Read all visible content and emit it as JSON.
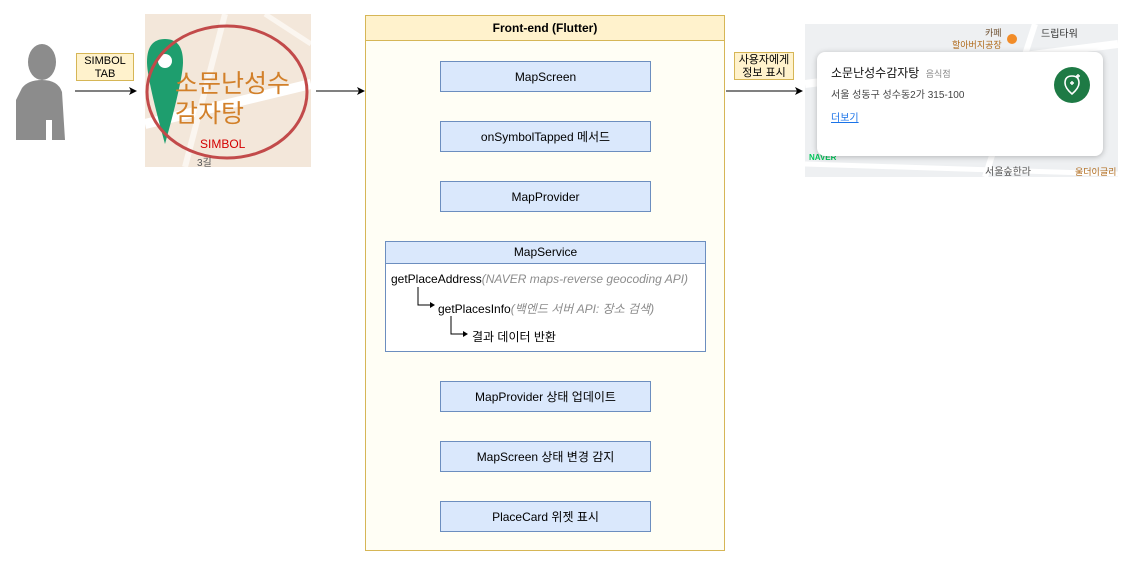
{
  "user": {
    "icon": "user-silhouette-icon"
  },
  "tap_label": {
    "line1": "SIMBOL",
    "line2": "TAB"
  },
  "symbol_image": {
    "place_name_line1": "소문난성수",
    "place_name_line2": "감자탕",
    "annotation": "SIMBOL",
    "map_fragment": "3길",
    "pin_icon": "map-pin-icon",
    "colors": {
      "pin": "#1e9e6e",
      "circle": "#c24a4a",
      "text": "#d2802a",
      "annotation": "#d40000"
    }
  },
  "frontend": {
    "title": "Front-end (Flutter)",
    "nodes": {
      "map_screen": "MapScreen",
      "on_symbol_tapped": "onSymbolTapped 메서드",
      "map_provider": "MapProvider",
      "provider_update": "MapProvider 상태 업데이트",
      "screen_detect": "MapScreen 상태 변경 감지",
      "place_card": "PlaceCard 위젯 표시"
    },
    "map_service": {
      "title": "MapService",
      "step1": "getPlaceAddress",
      "step1_note": "(NAVER maps-reverse geocoding API)",
      "step2": "getPlacesInfo",
      "step2_note": "(백엔드 서버 API: 장소 검색)",
      "step3": "결과 데이터 반환"
    }
  },
  "display_label": {
    "line1": "사용자에게",
    "line2": "정보 표시"
  },
  "place_card": {
    "name": "소문난성수감자탕",
    "category": "음식점",
    "address": "서울 성동구 성수동2가 315-100",
    "more_link": "더보기",
    "add_icon": "add-location-icon",
    "background_labels": {
      "cafe": "카페",
      "cafe_name": "할아버지공장",
      "tower": "드립타워",
      "naver": "NAVER",
      "seoul_place": "서울숲한라",
      "seoul_place2": "서울숲한라",
      "right_place": "울더이글리"
    },
    "colors": {
      "accent": "#1e7a45",
      "link": "#1a73e8",
      "naver": "#03c75a"
    }
  }
}
